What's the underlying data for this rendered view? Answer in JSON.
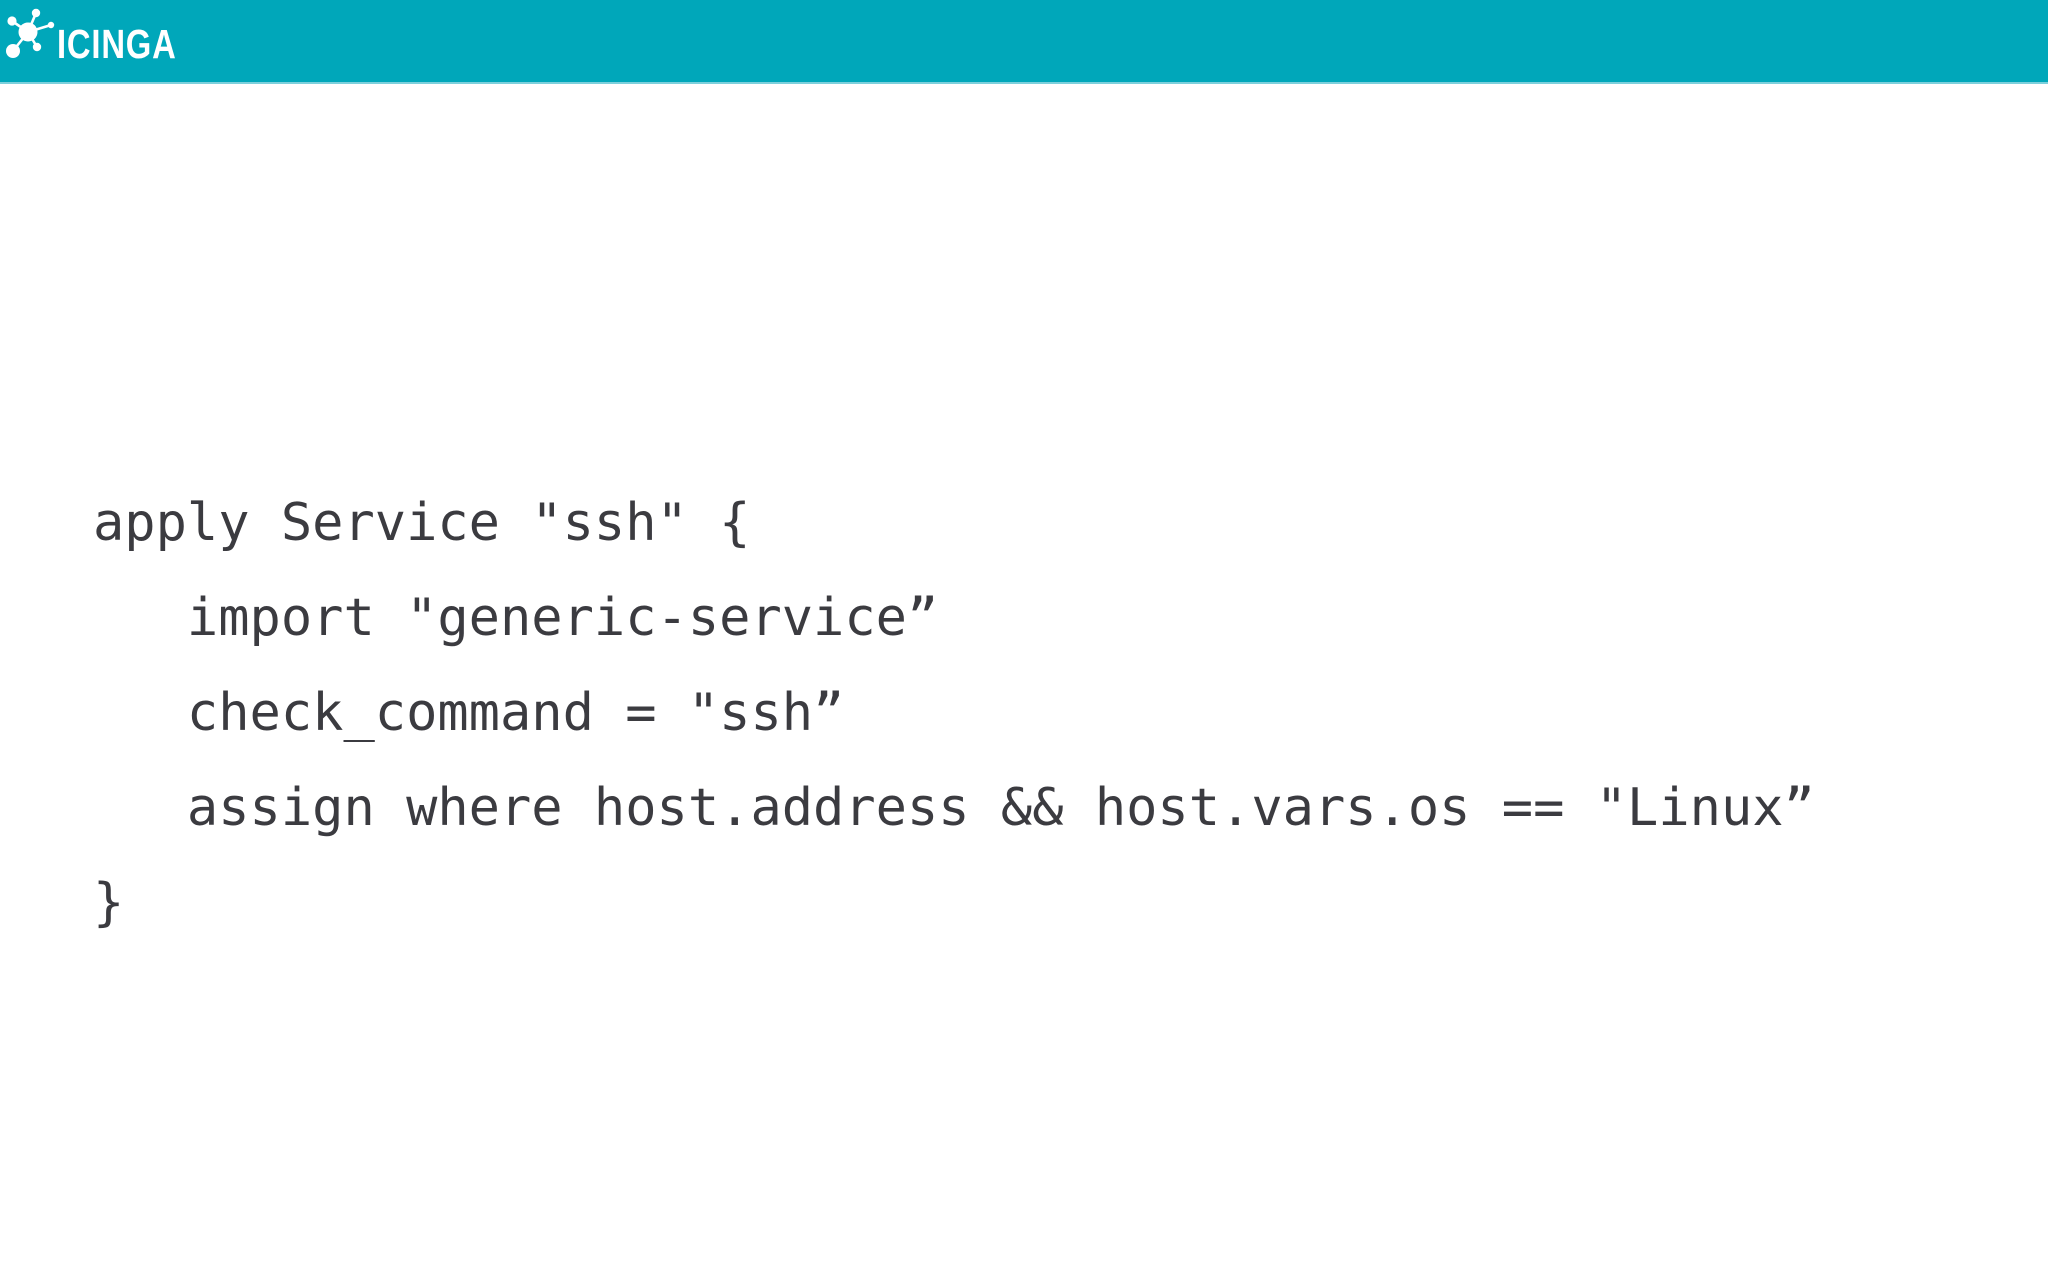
{
  "header": {
    "logo_text": "ICINGA",
    "logo_icon": "molecule-network-icon",
    "bar_color": "#00a7ba",
    "bar_edge_color": "#7dd0dc",
    "logo_color": "#ffffff"
  },
  "code": {
    "language": "icinga2-config",
    "text_color": "#3b3b40",
    "lines": [
      "apply Service \"ssh\" {",
      "   import \"generic-service”",
      "   check_command = \"ssh”",
      "   assign where host.address && host.vars.os == \"Linux”",
      "}"
    ]
  },
  "colors": {
    "background": "#ffffff",
    "accent_teal": "#00a7ba",
    "code_text": "#3b3b40"
  }
}
